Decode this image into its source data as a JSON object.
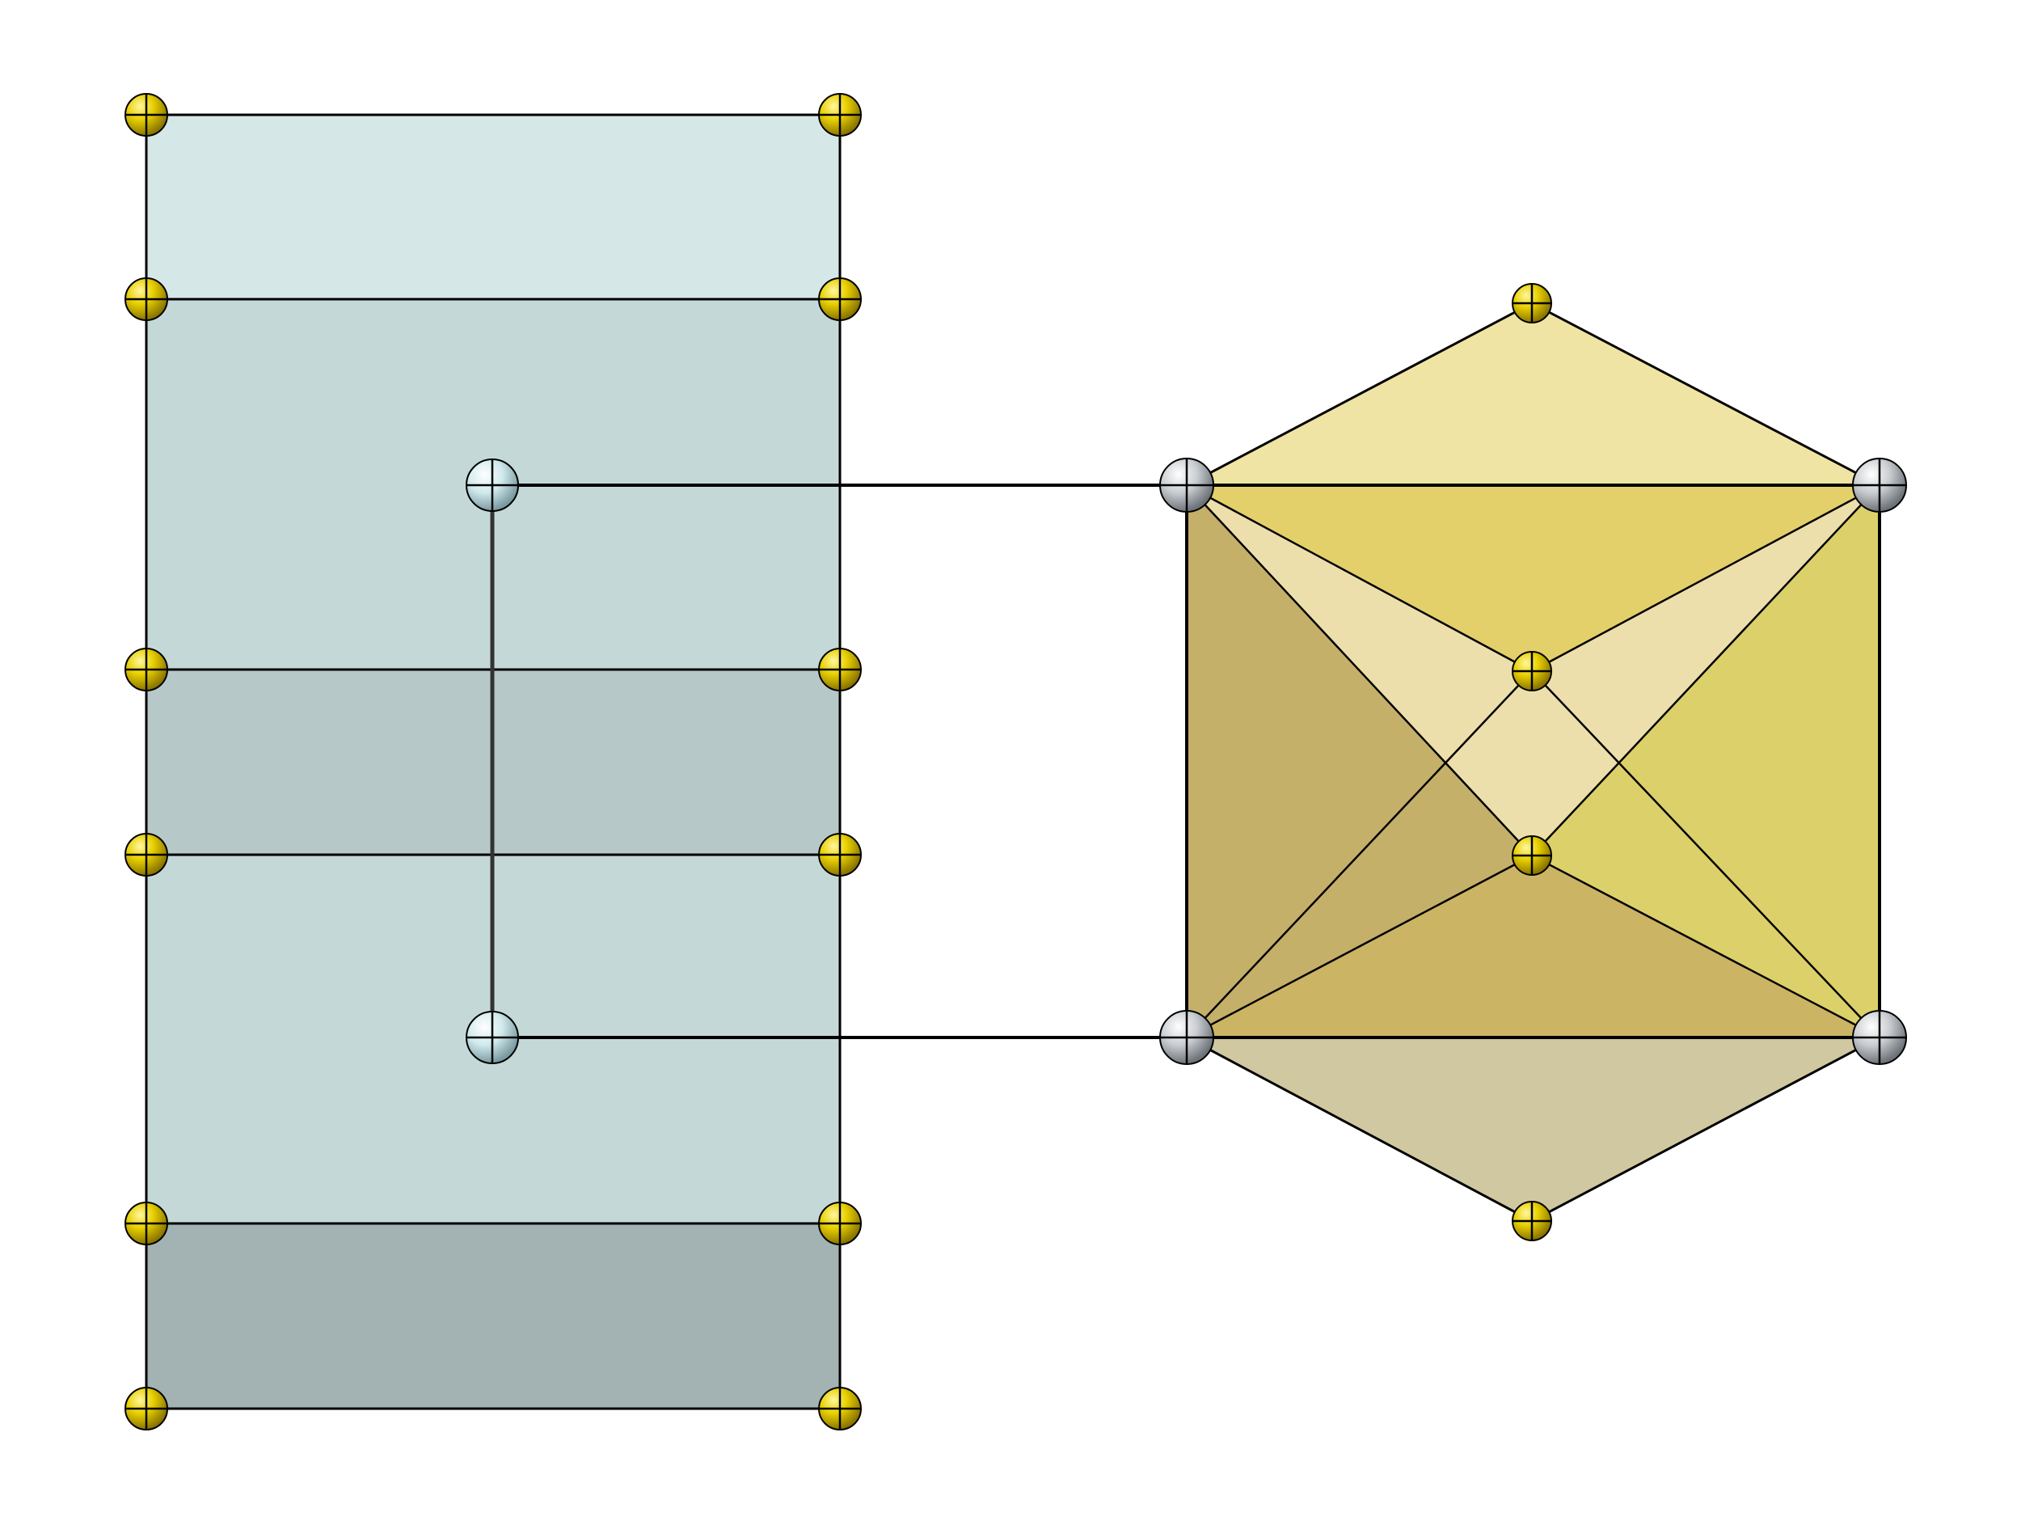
{
  "colors": {
    "background": "#ffffff",
    "stroke": "#000000",
    "slab_light": "#d6e7e7",
    "slab_mid": "#c5d8d8",
    "slab_dark": "#b6c8c8",
    "slab_darkest": "#a3b2b2",
    "hex_top": "#f0e4a4",
    "hex_bottom": "#d0c8a0",
    "square_top": "#e3d06a",
    "square_left": "#c5b06a",
    "square_right": "#dcd06a",
    "square_bottom": "#cbb464",
    "square_center": "#dcc468",
    "yellow_atom": "#e8d000",
    "cyan_atom": "#cfe9ec",
    "gray_atom": "#c8ccd0"
  },
  "layered_structure": {
    "layers": [
      "slab_light",
      "slab_mid",
      "slab_dark",
      "slab_mid",
      "slab_darkest"
    ],
    "atom_kind_outer": "yellow_atom",
    "atom_kind_inner": "cyan_atom"
  },
  "octahedral_structure": {
    "atom_kind_square": "gray_atom",
    "atom_kind_apical": "yellow_atom"
  }
}
